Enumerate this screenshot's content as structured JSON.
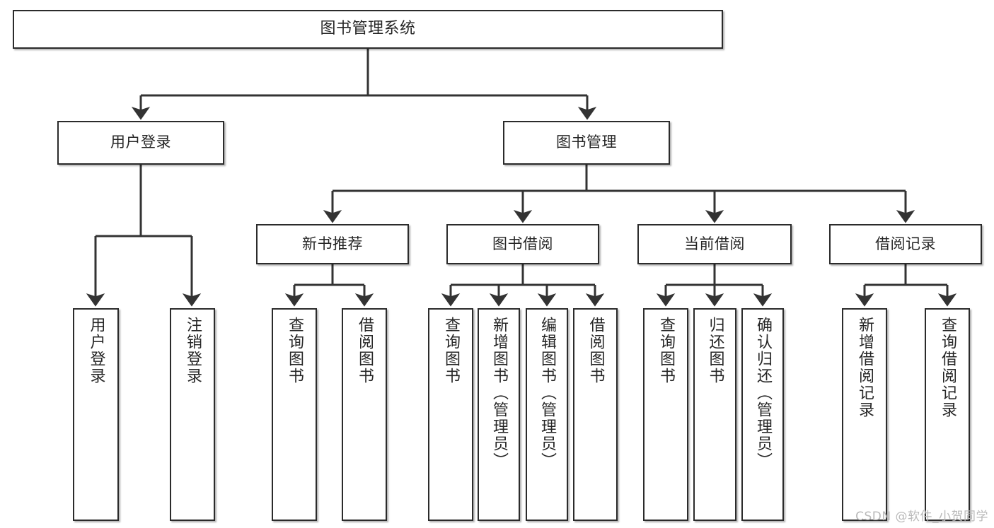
{
  "diagram": {
    "type": "tree-hierarchy",
    "title": "图书管理系统",
    "orientation": "top-down",
    "colors": {
      "box_border": "#2b2b2b",
      "box_fill": "#ffffff",
      "connector": "#333333",
      "text": "#262626",
      "watermark": "#b9b9b9",
      "background": "#ffffff"
    }
  },
  "root": {
    "label": "图书管理系统"
  },
  "level2": [
    {
      "label": "用户登录"
    },
    {
      "label": "图书管理"
    }
  ],
  "level3": [
    {
      "label": "新书推荐"
    },
    {
      "label": "图书借阅"
    },
    {
      "label": "当前借阅"
    },
    {
      "label": "借阅记录"
    }
  ],
  "leaves": {
    "user_login": [
      {
        "label": "用户登录"
      },
      {
        "label": "注销登录"
      }
    ],
    "new_book_recommend": [
      {
        "label": "查询图书"
      },
      {
        "label": "借阅图书"
      }
    ],
    "book_borrow": [
      {
        "label": "查询图书"
      },
      {
        "label": "新增图书（管理员）"
      },
      {
        "label": "编辑图书（管理员）"
      },
      {
        "label": "借阅图书"
      }
    ],
    "current_borrow": [
      {
        "label": "查询图书"
      },
      {
        "label": "归还图书"
      },
      {
        "label": "确认归还（管理员）"
      }
    ],
    "borrow_record": [
      {
        "label": "新增借阅记录"
      },
      {
        "label": "查询借阅记录"
      }
    ]
  },
  "watermark": {
    "text": "CSDN @软件_小贺同学"
  }
}
